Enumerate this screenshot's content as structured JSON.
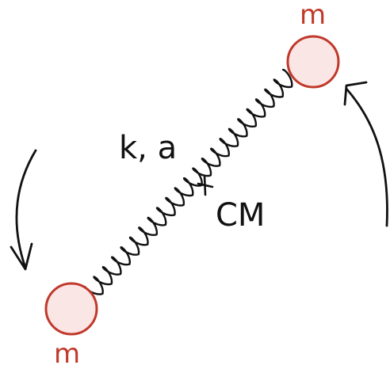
{
  "diagram": {
    "mass_top_label": "m",
    "mass_bottom_label": "m",
    "spring_label": "k, a",
    "center_label": "CM",
    "colors": {
      "ink": "#111111",
      "mass_stroke": "#c0392b",
      "mass_fill": "#fbe6e6",
      "mass_label": "#c0392b"
    },
    "spring_coils": 22
  }
}
